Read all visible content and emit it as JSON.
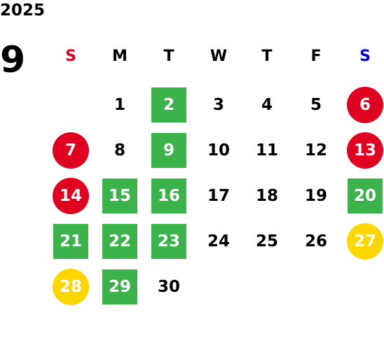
{
  "year": "2025",
  "month": "9",
  "colors": {
    "sunday": "#e0001f",
    "saturday": "#0000e6",
    "green": "#3bb34a",
    "red": "#e0001f",
    "yellow": "#ffd700"
  },
  "weekdays": [
    "S",
    "M",
    "T",
    "W",
    "T",
    "F",
    "S"
  ],
  "days": [
    {
      "label": "1",
      "style": "none"
    },
    {
      "label": "2",
      "style": "green"
    },
    {
      "label": "3",
      "style": "none"
    },
    {
      "label": "4",
      "style": "none"
    },
    {
      "label": "5",
      "style": "none"
    },
    {
      "label": "6",
      "style": "red"
    },
    {
      "label": "7",
      "style": "red"
    },
    {
      "label": "8",
      "style": "none"
    },
    {
      "label": "9",
      "style": "green"
    },
    {
      "label": "10",
      "style": "none"
    },
    {
      "label": "11",
      "style": "none"
    },
    {
      "label": "12",
      "style": "none"
    },
    {
      "label": "13",
      "style": "red"
    },
    {
      "label": "14",
      "style": "red"
    },
    {
      "label": "15",
      "style": "green"
    },
    {
      "label": "16",
      "style": "green"
    },
    {
      "label": "17",
      "style": "none"
    },
    {
      "label": "18",
      "style": "none"
    },
    {
      "label": "19",
      "style": "none"
    },
    {
      "label": "20",
      "style": "green"
    },
    {
      "label": "21",
      "style": "green"
    },
    {
      "label": "22",
      "style": "green"
    },
    {
      "label": "23",
      "style": "green"
    },
    {
      "label": "24",
      "style": "none"
    },
    {
      "label": "25",
      "style": "none"
    },
    {
      "label": "26",
      "style": "none"
    },
    {
      "label": "27",
      "style": "yellow"
    },
    {
      "label": "28",
      "style": "yellow"
    },
    {
      "label": "29",
      "style": "green"
    },
    {
      "label": "30",
      "style": "none"
    }
  ],
  "first_weekday_index": 1
}
